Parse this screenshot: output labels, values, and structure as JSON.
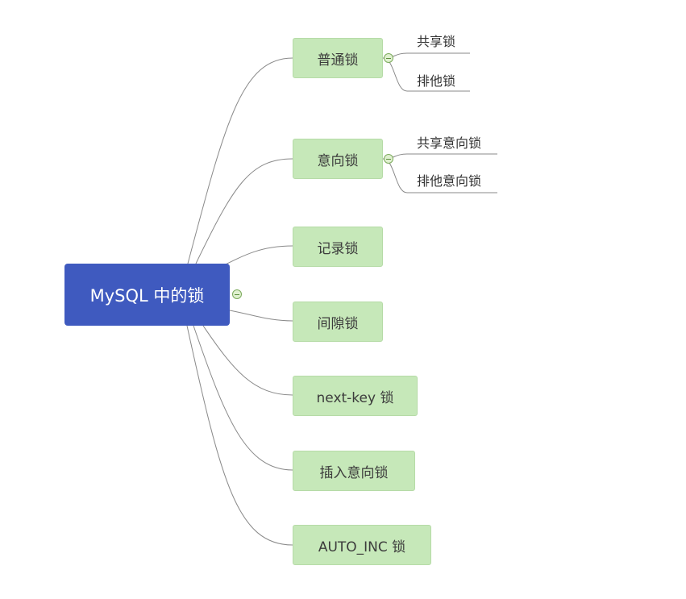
{
  "root": {
    "label": "MySQL 中的锁"
  },
  "branches": [
    {
      "label": "普通锁",
      "children": [
        "共享锁",
        "排他锁"
      ]
    },
    {
      "label": "意向锁",
      "children": [
        "共享意向锁",
        "排他意向锁"
      ]
    },
    {
      "label": "记录锁",
      "children": []
    },
    {
      "label": "间隙锁",
      "children": []
    },
    {
      "label": "next-key 锁",
      "children": []
    },
    {
      "label": "插入意向锁",
      "children": []
    },
    {
      "label": "AUTO_INC 锁",
      "children": []
    }
  ],
  "colors": {
    "root_fill": "#3f5abf",
    "branch_fill": "#c6e8b9",
    "line": "#8a8a8a"
  },
  "icons": {
    "collapse": "minus-circle-icon"
  }
}
